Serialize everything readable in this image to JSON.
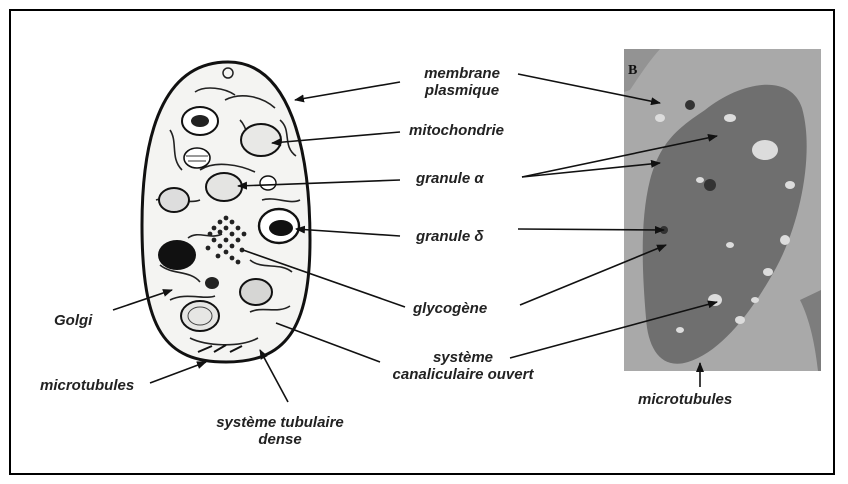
{
  "labels": {
    "membrane": [
      "membrane",
      "plasmique"
    ],
    "mitochondrie": "mitochondrie",
    "granule_alpha": "granule α",
    "granule_delta": "granule δ",
    "glycogene": "glycogène",
    "systeme_canal": [
      "système",
      "canaliculaire ouvert"
    ],
    "golgi": "Golgi",
    "microtubules_left": "microtubules",
    "systeme_tubulaire": [
      "système tubulaire",
      "dense"
    ],
    "microtubules_right": "microtubules"
  },
  "micrograph": {
    "letter": "B"
  },
  "colors": {
    "micrograph_bg": "#a9a9a9",
    "cell": "#6f6f6f",
    "ink": "#222222"
  }
}
